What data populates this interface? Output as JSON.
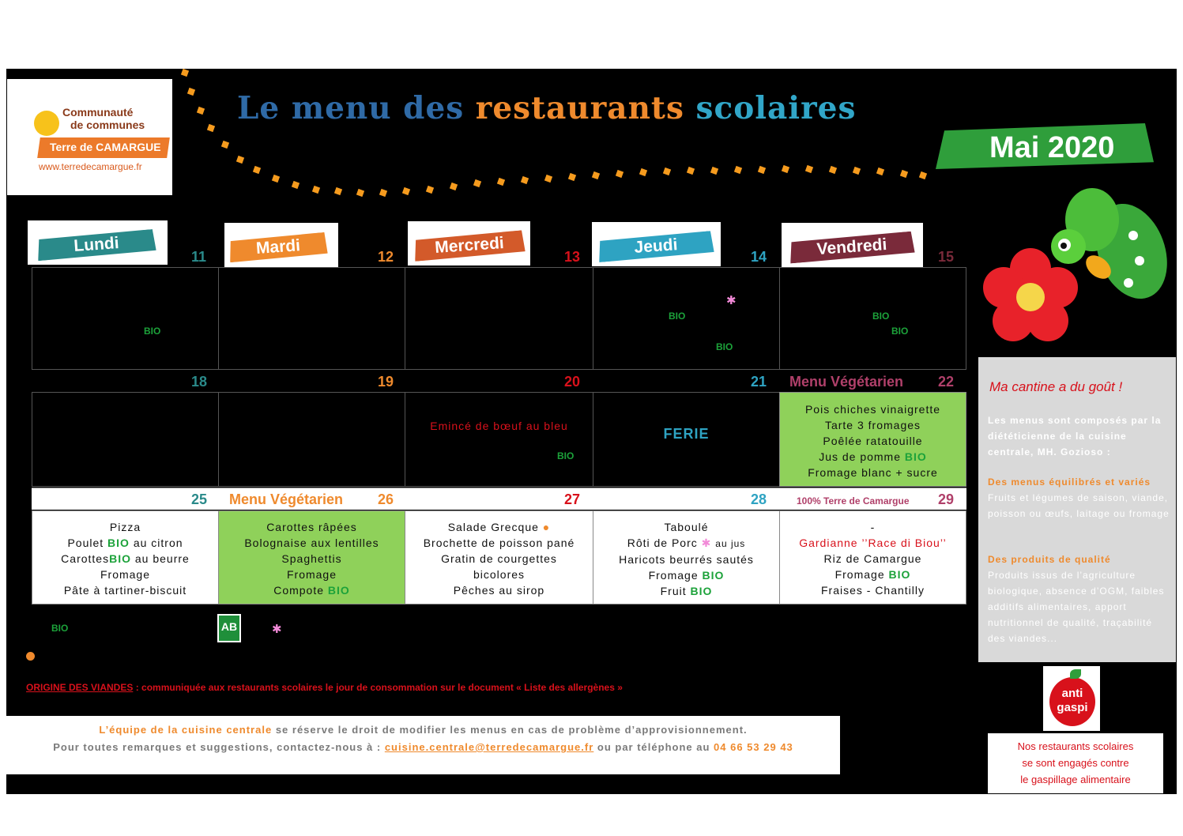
{
  "logo": {
    "line1": "Communauté",
    "line2": "de communes",
    "line3": "Terre de CAMARGUE",
    "url": "www.terredecamargue.fr"
  },
  "title": {
    "part1": "Le menu des",
    "part2": "restaurants",
    "part3": "scolaires"
  },
  "month": "Mai 2020",
  "days": [
    "Lundi",
    "Mardi",
    "Mercredi",
    "Jeudi",
    "Vendredi"
  ],
  "colors": {
    "lundi": "#2a8a8a",
    "mardi": "#ef8a2d",
    "mercredi": "#d35a2a",
    "jeudi": "#2ea3c2",
    "vendredi": "#7a2a3a",
    "bio": "#1ca23a",
    "veg_green": "#8fd15a"
  },
  "week1": {
    "nums": [
      "11",
      "12",
      "13",
      "14",
      "15"
    ],
    "bio": "BIO"
  },
  "week2": {
    "nums": [
      "18",
      "19",
      "20",
      "21",
      "22"
    ],
    "veg_label": "Menu Végétarien",
    "wed": "Emincé de bœuf au bleu",
    "thu": "FERIE",
    "fri": [
      "Pois chiches vinaigrette",
      "Tarte 3 fromages",
      "Poêlée ratatouille",
      "Jus de pomme",
      "Fromage blanc + sucre"
    ]
  },
  "week3": {
    "nums": [
      "25",
      "26",
      "27",
      "28",
      "29"
    ],
    "veg_label": "Menu Végétarien",
    "terre_label": "100% Terre de Camargue",
    "mon": [
      "Pizza",
      "Poulet",
      "au citron",
      "Carottes",
      "au beurre",
      "Fromage",
      "Pâte à tartiner-biscuit"
    ],
    "tue": [
      "Carottes râpées",
      "Bolognaise aux lentilles",
      "Spaghettis",
      "Fromage",
      "Compote"
    ],
    "wed": [
      "Salade Grecque",
      "Brochette de poisson pané",
      "Gratin de courgettes",
      "bicolores",
      "Pêches au sirop"
    ],
    "thu": [
      "Taboulé",
      "Rôti de Porc",
      "au jus",
      "Haricots beurrés sautés",
      "Fromage",
      "Fruit"
    ],
    "fri": [
      "-",
      "Gardianne ’’Race di Biou’’",
      "Riz de Camargue",
      "Fromage",
      "Fraises - Chantilly"
    ]
  },
  "origine": {
    "label": "ORIGINE DES VIANDES",
    "text": " : communiquée aux restaurants scolaires le jour de consommation sur le document « Liste des allergènes »"
  },
  "panel": {
    "heading": "Ma cantine a du goût !",
    "intro": "Les menus sont composés par la diététicienne de la cuisine centrale, MH. Gozioso :",
    "h1": "Des menus équilibrés et variés",
    "p1": "Fruits et légumes de saison, viande, poisson ou œufs, laitage ou fromage",
    "h2": "Des produits de qualité",
    "p2": "Produits issus de l’agriculture biologique, absence d’OGM, faibles additifs alimentaires, apport nutritionnel de qualité, traçabilité des viandes..."
  },
  "footer": {
    "team": "L’équipe de la cuisine centrale",
    "r1": " se réserve le droit de modifier les menus en cas de problème d’approvisionnement.",
    "r2a": "Pour toutes remarques et suggestions, contactez-nous à : ",
    "email": "cuisine.centrale@terredecamargue.fr",
    "r2b": " ou par téléphone au ",
    "phone": "04 66 53 29 43"
  },
  "anti": {
    "a": "anti",
    "b": "gaspi",
    "l1": "Nos restaurants scolaires",
    "l2": "se sont engagés contre",
    "l3": "le gaspillage alimentaire"
  }
}
